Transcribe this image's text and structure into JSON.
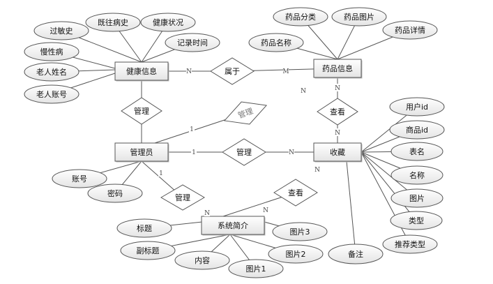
{
  "entities": {
    "health": "健康信息",
    "drug": "药品信息",
    "admin": "管理员",
    "favorite": "收藏",
    "intro": "系统简介"
  },
  "relations": {
    "belongs": "属于",
    "manage_health": "管理",
    "manage_drug": "管理",
    "view_drug": "查看",
    "manage_fav": "管理",
    "manage_intro": "管理",
    "view_intro": "查看"
  },
  "attributes": {
    "allergy": "过敏史",
    "history": "既往病史",
    "status": "健康状况",
    "record_time": "记录时间",
    "chronic": "慢性病",
    "elder_name": "老人姓名",
    "elder_account": "老人账号",
    "drug_category": "药品分类",
    "drug_image": "药品图片",
    "drug_detail": "药品详情",
    "drug_name": "药品名称",
    "user_id": "用户id",
    "goods_id": "商品id",
    "table_name": "表名",
    "name": "名称",
    "image": "图片",
    "type": "类型",
    "rec_type": "推荐类型",
    "remark": "备注",
    "account": "账号",
    "password": "密码",
    "title": "标题",
    "subtitle": "副标题",
    "content": "内容",
    "image1": "图片1",
    "image2": "图片2",
    "image3": "图片3"
  },
  "cardinalities": {
    "c1": "N",
    "c2": "M",
    "c3": "N",
    "c4": "1",
    "c5": "N",
    "c6": "N",
    "c7": "1",
    "c8": "N",
    "c9": "1",
    "c10": "N",
    "c11": "N",
    "c12": "N"
  }
}
